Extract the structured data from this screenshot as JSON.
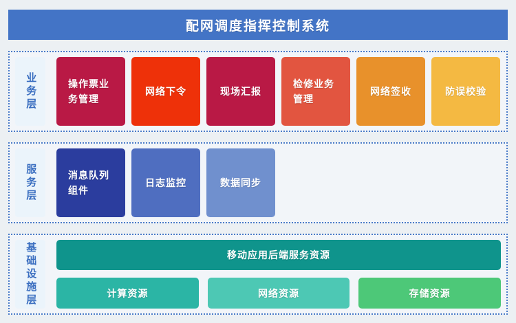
{
  "title": "配网调度指挥控制系统",
  "colors": {
    "title_bg": "#4374c6",
    "section_border": "#4a7bc8",
    "layer_label_bg": "#ebf4fb",
    "layer_label_text": "#3a6ec0"
  },
  "layers": [
    {
      "label": "业务层",
      "items": [
        {
          "label": "操作票业务管理",
          "color": "#b91945"
        },
        {
          "label": "网络下令",
          "color": "#ee3109"
        },
        {
          "label": "现场汇报",
          "color": "#b91945"
        },
        {
          "label": "检修业务管理",
          "color": "#e25540"
        },
        {
          "label": "网络签收",
          "color": "#e8912b"
        },
        {
          "label": "防误校验",
          "color": "#f4b942"
        }
      ]
    },
    {
      "label": "服务层",
      "items": [
        {
          "label": "消息队列组件",
          "color": "#2b3d9e"
        },
        {
          "label": "日志监控",
          "color": "#4f6ec0"
        },
        {
          "label": "数据同步",
          "color": "#7090ce"
        }
      ]
    },
    {
      "label": "基础设施层",
      "wide_item": {
        "label": "移动应用后端服务资源",
        "color": "#0f948c"
      },
      "items": [
        {
          "label": "计算资源",
          "color": "#2bb5a5"
        },
        {
          "label": "网络资源",
          "color": "#4dc8b4"
        },
        {
          "label": "存储资源",
          "color": "#4dc878"
        }
      ]
    }
  ]
}
